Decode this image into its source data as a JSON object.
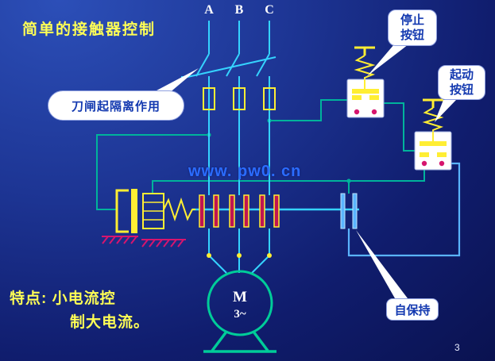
{
  "slide": {
    "title": "简单的接触器控制",
    "watermark": "www. pw0. cn",
    "feature_line1": "特点: 小电流控",
    "feature_line2": "制大电流。",
    "page_number": "3"
  },
  "phases": {
    "a": "A",
    "b": "B",
    "c": "C"
  },
  "motor": {
    "letter": "M",
    "phase_mark": "3~"
  },
  "callouts": {
    "knife": "刀闸起隔离作用",
    "stop_line1": "停止",
    "stop_line2": "按钮",
    "start_line1": "起动",
    "start_line2": "按钮",
    "self_hold": "自保持"
  },
  "colors": {
    "background_top": "#2c4fb8",
    "background_bottom": "#0a1250",
    "circuit_cyan": "#35d3ff",
    "control_teal": "#00b39b",
    "self_hold_blue": "#5ab4ff",
    "component_yellow": "#ffee33",
    "contact_crimson": "#c01552",
    "motor_teal": "#00cc99",
    "callout_text": "#1339b0",
    "title_yellow": "#ffff55",
    "watermark_blue": "#2b6cff"
  }
}
